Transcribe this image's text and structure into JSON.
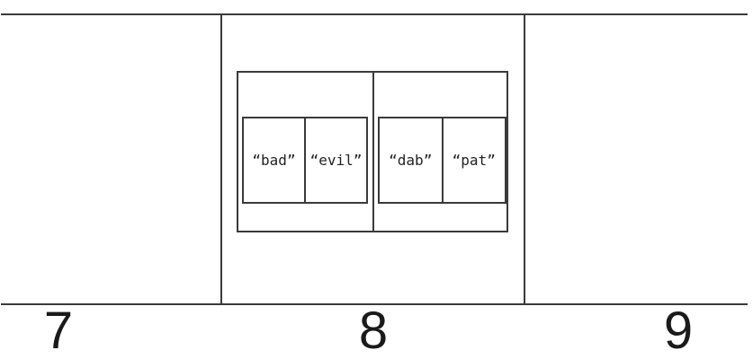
{
  "figure": {
    "description": "Array band of buckets indexed 7, 8, 9; bucket 8 contains a node with two pages of string cells",
    "colors": {
      "background": "#ffffff",
      "line": "#3a3a3a",
      "cell_text": "#222222",
      "index_label": "#1a1a1a"
    },
    "index_labels": [
      "7",
      "8",
      "9"
    ],
    "bucket8": {
      "pages": [
        {
          "cells": [
            "“bad”",
            "“evil”"
          ]
        },
        {
          "cells": [
            "“dab”",
            "“pat”"
          ]
        }
      ]
    }
  }
}
